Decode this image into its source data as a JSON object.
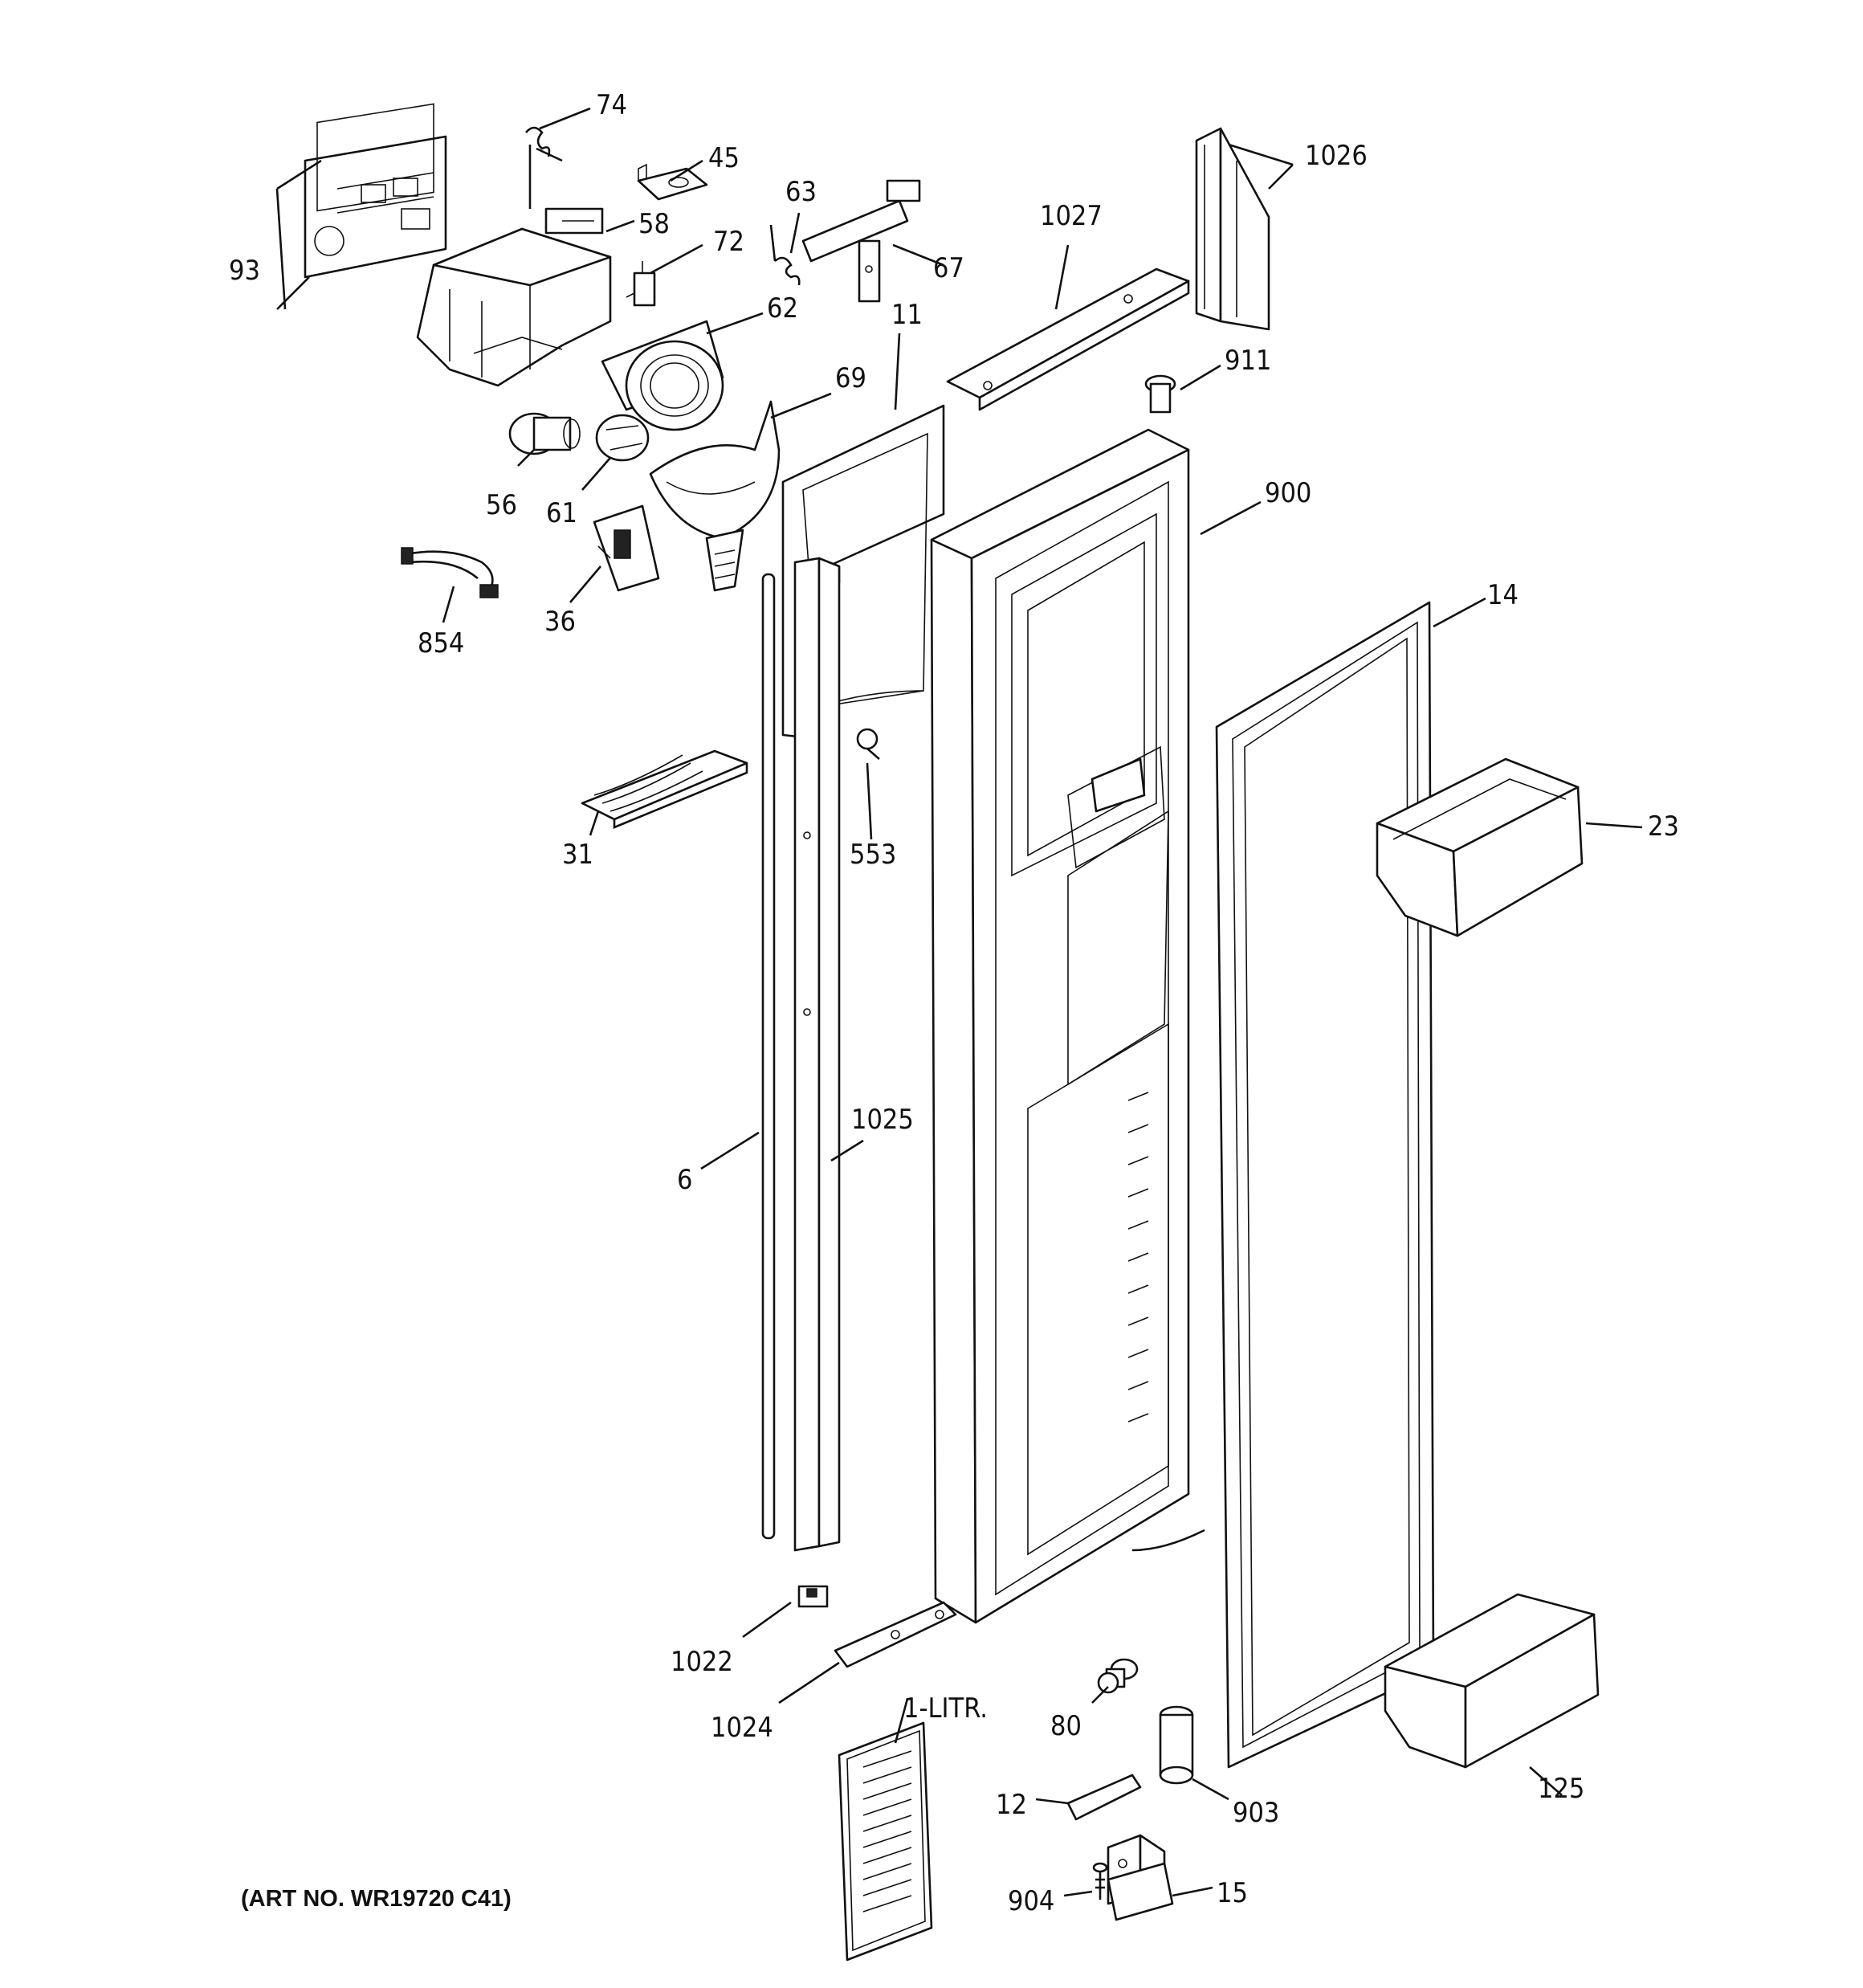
{
  "diagram": {
    "labels": [
      {
        "id": "74",
        "text": "74"
      },
      {
        "id": "45",
        "text": "45"
      },
      {
        "id": "63",
        "text": "63"
      },
      {
        "id": "1026",
        "text": "1026"
      },
      {
        "id": "58",
        "text": "58"
      },
      {
        "id": "72",
        "text": "72"
      },
      {
        "id": "1027",
        "text": "1027"
      },
      {
        "id": "67",
        "text": "67"
      },
      {
        "id": "93",
        "text": "93"
      },
      {
        "id": "62",
        "text": "62"
      },
      {
        "id": "11",
        "text": "11"
      },
      {
        "id": "911",
        "text": "911"
      },
      {
        "id": "69",
        "text": "69"
      },
      {
        "id": "900",
        "text": "900"
      },
      {
        "id": "56",
        "text": "56"
      },
      {
        "id": "61",
        "text": "61"
      },
      {
        "id": "36",
        "text": "36"
      },
      {
        "id": "854",
        "text": "854"
      },
      {
        "id": "14",
        "text": "14"
      },
      {
        "id": "23",
        "text": "23"
      },
      {
        "id": "31",
        "text": "31"
      },
      {
        "id": "553",
        "text": "553"
      },
      {
        "id": "1025",
        "text": "1025"
      },
      {
        "id": "6",
        "text": "6"
      },
      {
        "id": "1022",
        "text": "1022"
      },
      {
        "id": "1024",
        "text": "1024"
      },
      {
        "id": "1-LITR.",
        "text": "1-LITR."
      },
      {
        "id": "80",
        "text": "80"
      },
      {
        "id": "125",
        "text": "125"
      },
      {
        "id": "12",
        "text": "12"
      },
      {
        "id": "903",
        "text": "903"
      },
      {
        "id": "904",
        "text": "904"
      },
      {
        "id": "15",
        "text": "15"
      }
    ],
    "caption": "(ART NO. WR19720 C41)"
  }
}
